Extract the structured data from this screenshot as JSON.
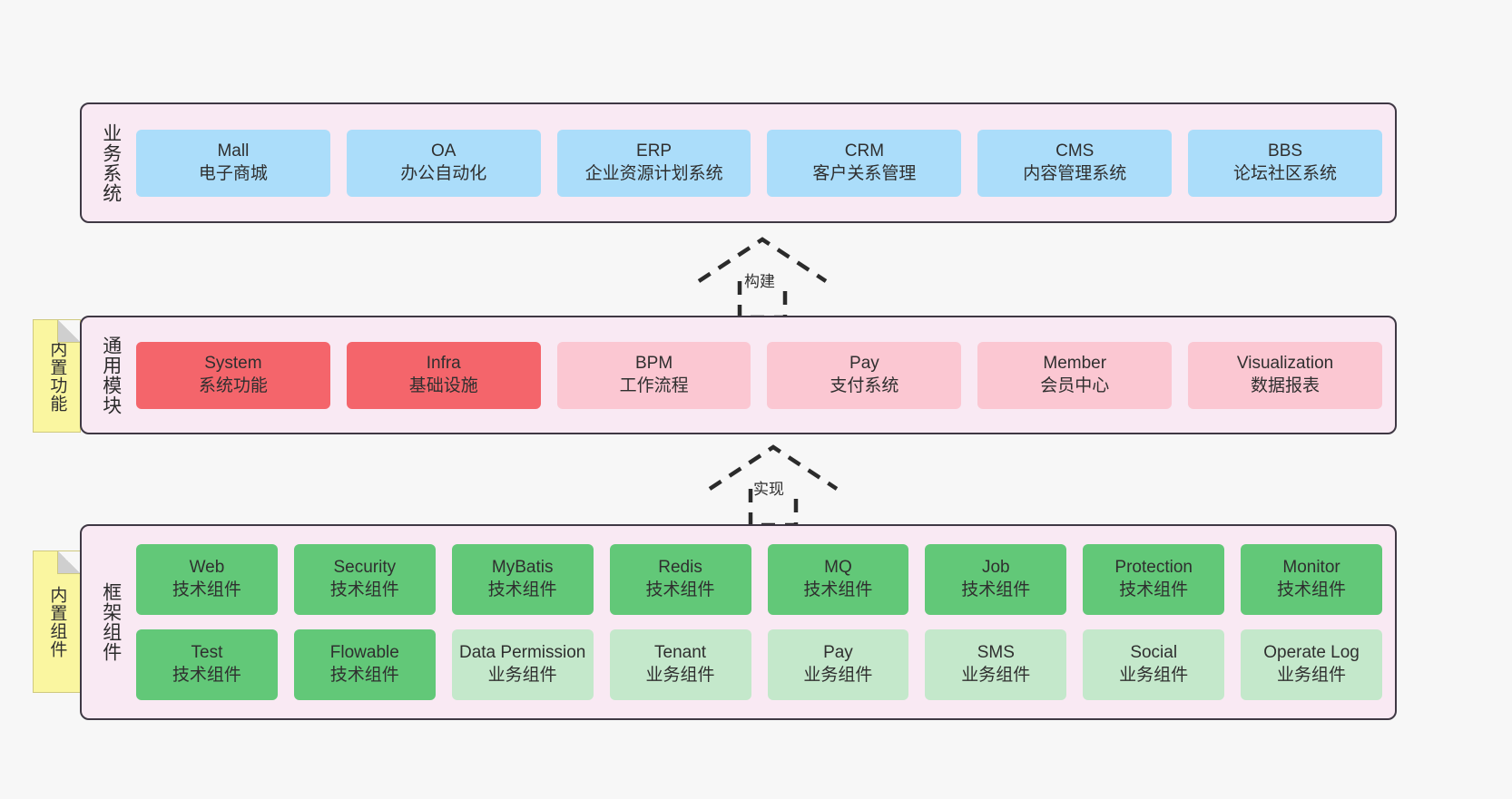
{
  "diagram": {
    "background_color": "#f7f7f7",
    "layer_fill": "#f9e9f3",
    "layer_border": "#3f3844",
    "note_fill": "#faf6a0"
  },
  "layers": [
    {
      "id": "business",
      "title": "业务系统",
      "rows": [
        {
          "cells": [
            {
              "en": "Mall",
              "cn": "电子商城",
              "color": "#abddfa",
              "style": "c-blue"
            },
            {
              "en": "OA",
              "cn": "办公自动化",
              "color": "#abddfa",
              "style": "c-blue"
            },
            {
              "en": "ERP",
              "cn": "企业资源计划系统",
              "color": "#abddfa",
              "style": "c-blue"
            },
            {
              "en": "CRM",
              "cn": "客户关系管理",
              "color": "#abddfa",
              "style": "c-blue"
            },
            {
              "en": "CMS",
              "cn": "内容管理系统",
              "color": "#abddfa",
              "style": "c-blue"
            },
            {
              "en": "BBS",
              "cn": "论坛社区系统",
              "color": "#abddfa",
              "style": "c-blue"
            }
          ]
        }
      ]
    },
    {
      "id": "common",
      "title": "通用模块",
      "note": "内置功能",
      "rows": [
        {
          "cells": [
            {
              "en": "System",
              "cn": "系统功能",
              "color": "#f4656b",
              "style": "c-red"
            },
            {
              "en": "Infra",
              "cn": "基础设施",
              "color": "#f4656b",
              "style": "c-red"
            },
            {
              "en": "BPM",
              "cn": "工作流程",
              "color": "#fbc7d2",
              "style": "c-pink"
            },
            {
              "en": "Pay",
              "cn": "支付系统",
              "color": "#fbc7d2",
              "style": "c-pink"
            },
            {
              "en": "Member",
              "cn": "会员中心",
              "color": "#fbc7d2",
              "style": "c-pink"
            },
            {
              "en": "Visualization",
              "cn": "数据报表",
              "color": "#fbc7d2",
              "style": "c-pink"
            }
          ]
        }
      ]
    },
    {
      "id": "framework",
      "title": "框架组件",
      "note": "内置组件",
      "rows": [
        {
          "cells": [
            {
              "en": "Web",
              "cn": "技术组件",
              "color": "#62c878",
              "style": "c-green"
            },
            {
              "en": "Security",
              "cn": "技术组件",
              "color": "#62c878",
              "style": "c-green"
            },
            {
              "en": "MyBatis",
              "cn": "技术组件",
              "color": "#62c878",
              "style": "c-green"
            },
            {
              "en": "Redis",
              "cn": "技术组件",
              "color": "#62c878",
              "style": "c-green"
            },
            {
              "en": "MQ",
              "cn": "技术组件",
              "color": "#62c878",
              "style": "c-green"
            },
            {
              "en": "Job",
              "cn": "技术组件",
              "color": "#62c878",
              "style": "c-green"
            },
            {
              "en": "Protection",
              "cn": "技术组件",
              "color": "#62c878",
              "style": "c-green"
            },
            {
              "en": "Monitor",
              "cn": "技术组件",
              "color": "#62c878",
              "style": "c-green"
            }
          ]
        },
        {
          "cells": [
            {
              "en": "Test",
              "cn": "技术组件",
              "color": "#62c878",
              "style": "c-green"
            },
            {
              "en": "Flowable",
              "cn": "技术组件",
              "color": "#62c878",
              "style": "c-green"
            },
            {
              "en": "Data Permission",
              "cn": "业务组件",
              "color": "#c4e8cb",
              "style": "c-lightgreen"
            },
            {
              "en": "Tenant",
              "cn": "业务组件",
              "color": "#c4e8cb",
              "style": "c-lightgreen"
            },
            {
              "en": "Pay",
              "cn": "业务组件",
              "color": "#c4e8cb",
              "style": "c-lightgreen"
            },
            {
              "en": "SMS",
              "cn": "业务组件",
              "color": "#c4e8cb",
              "style": "c-lightgreen"
            },
            {
              "en": "Social",
              "cn": "业务组件",
              "color": "#c4e8cb",
              "style": "c-lightgreen"
            },
            {
              "en": "Operate Log",
              "cn": "业务组件",
              "color": "#c4e8cb",
              "style": "c-lightgreen"
            }
          ]
        }
      ]
    }
  ],
  "arrows": [
    {
      "id": "build",
      "label": "构建",
      "style": "dashed-hollow-triangle",
      "direction": "up"
    },
    {
      "id": "impl",
      "label": "实现",
      "style": "dashed-hollow-triangle",
      "direction": "up"
    }
  ]
}
